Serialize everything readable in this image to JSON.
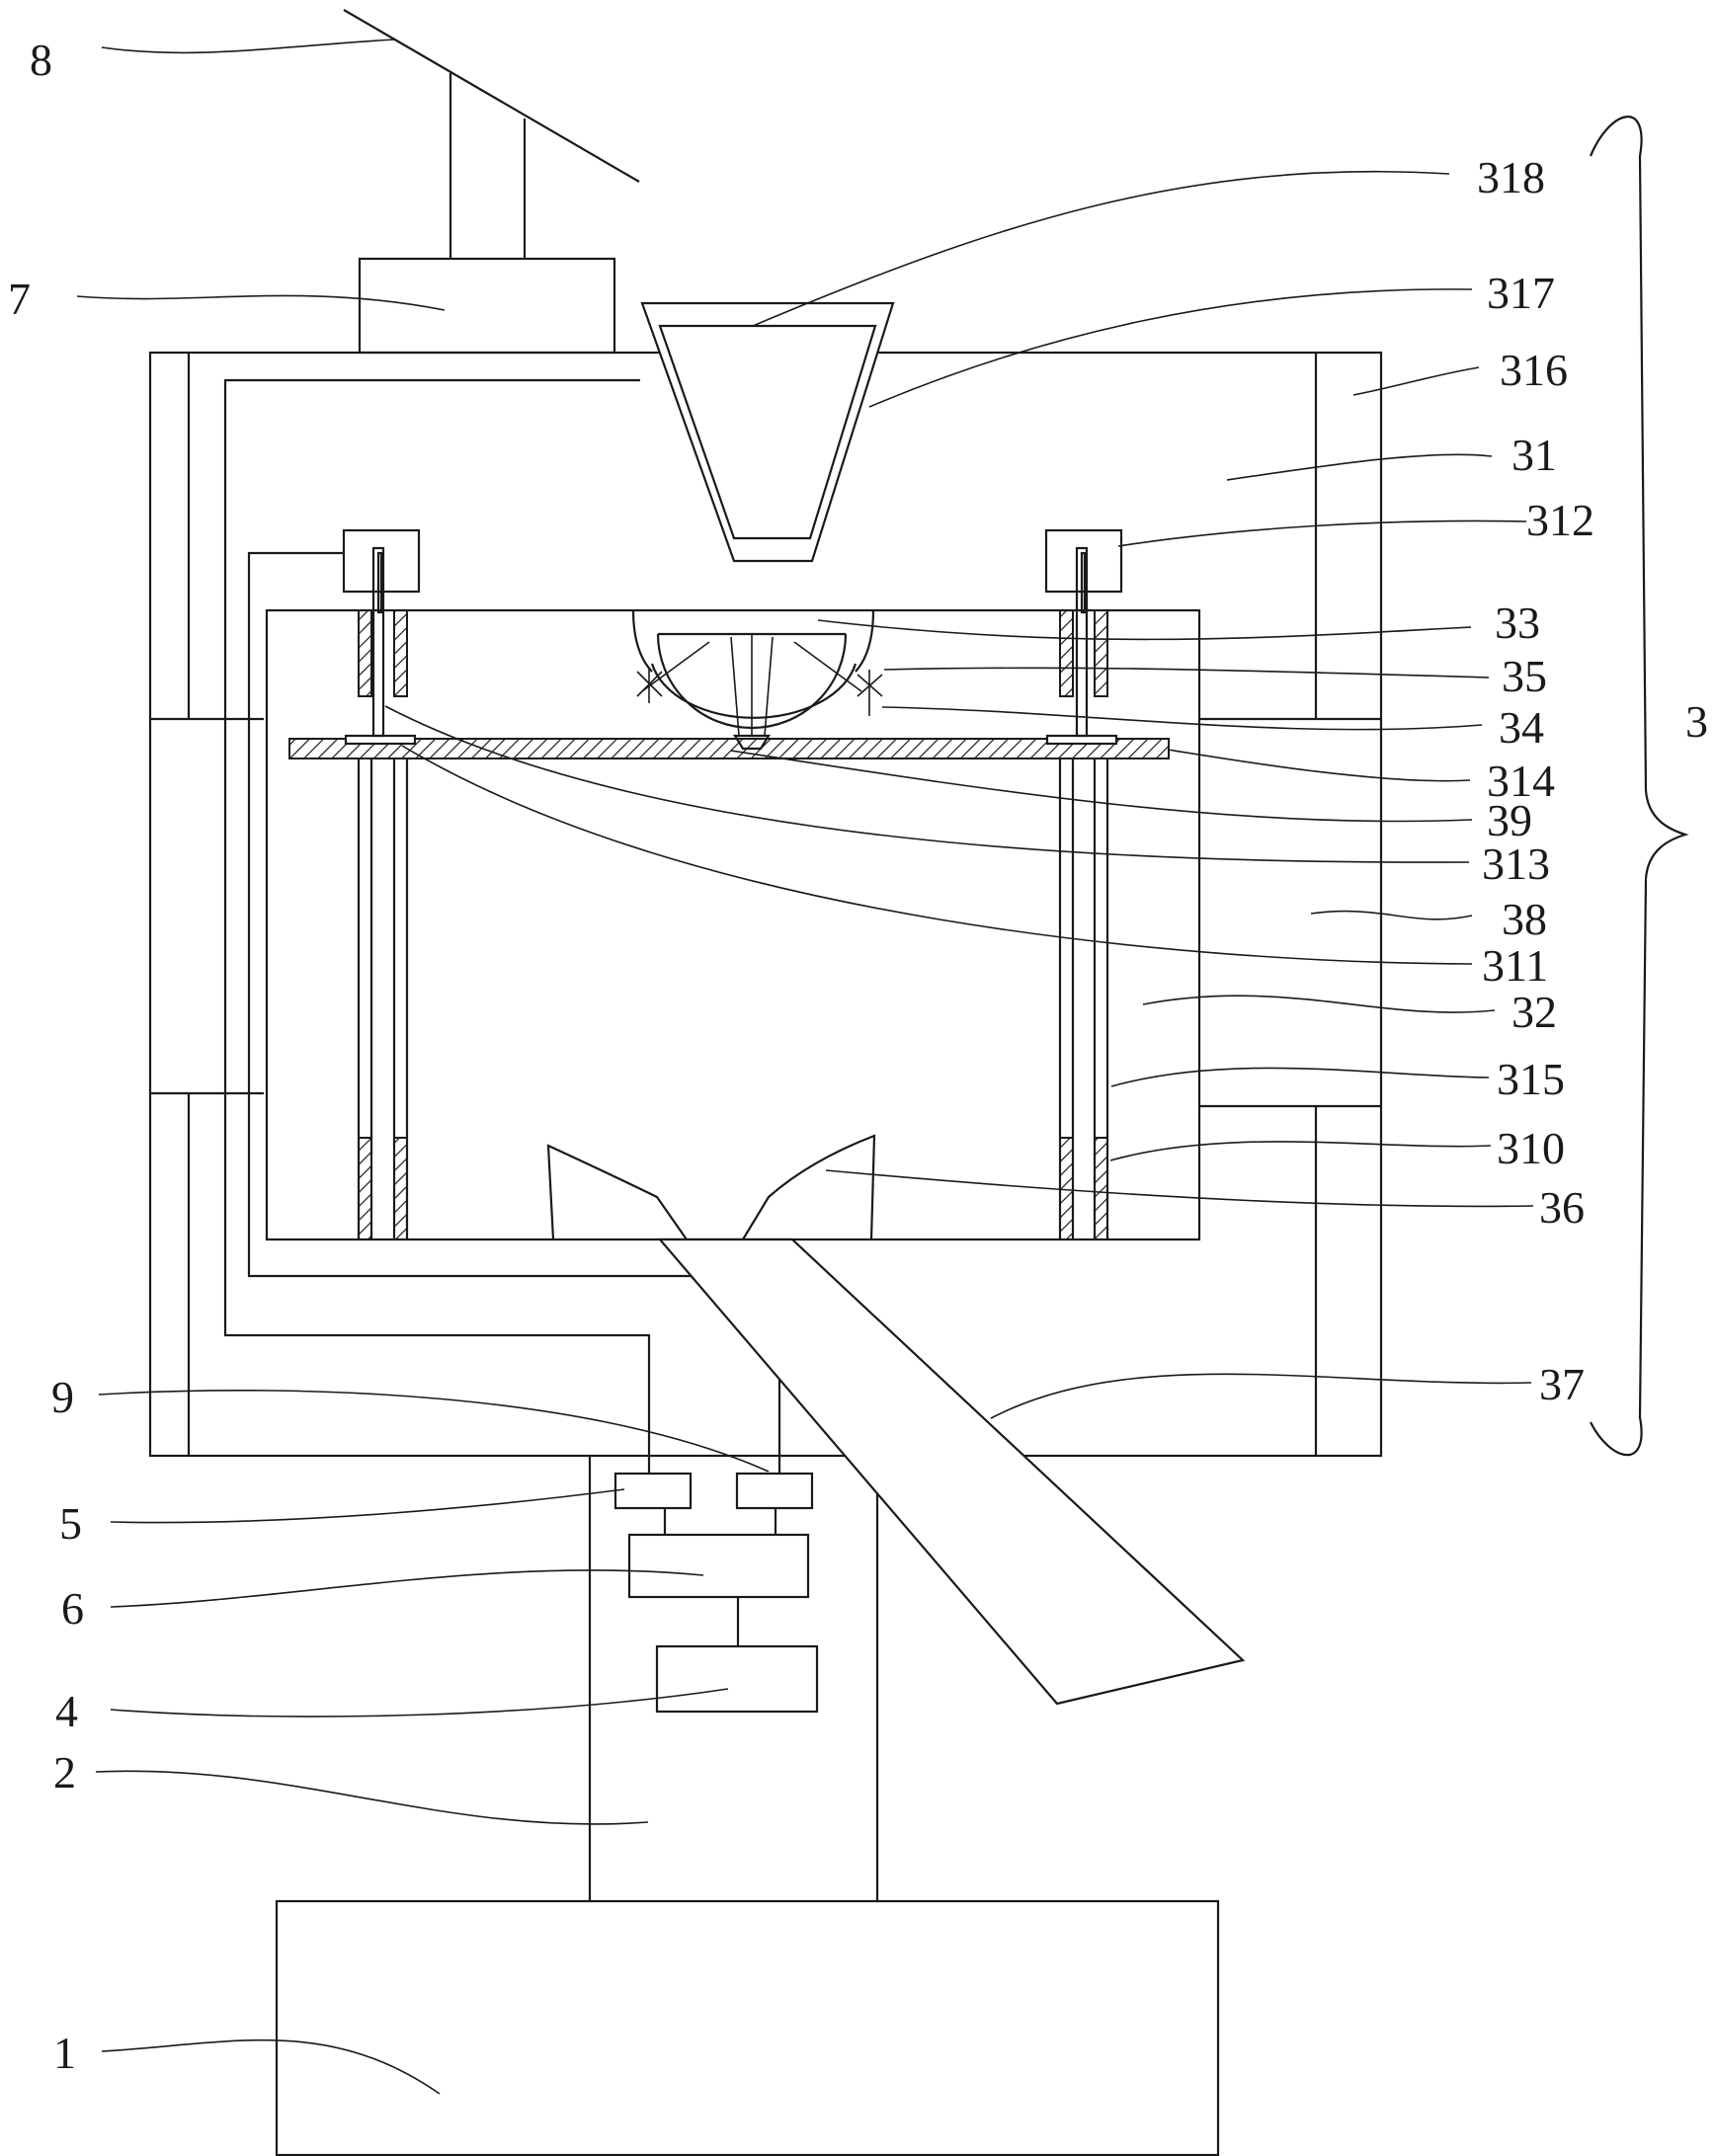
{
  "figure": {
    "reference_numerals": {
      "n8": "8",
      "n7": "7",
      "n318": "318",
      "n317": "317",
      "n316": "316",
      "n31": "31",
      "n312": "312",
      "n33": "33",
      "n35": "35",
      "n34": "34",
      "n3": "3",
      "n314": "314",
      "n39": "39",
      "n313": "313",
      "n38": "38",
      "n311": "311",
      "n32": "32",
      "n315": "315",
      "n310": "310",
      "n36": "36",
      "n37": "37",
      "n9": "9",
      "n5": "5",
      "n6": "6",
      "n4": "4",
      "n2": "2",
      "n1": "1"
    }
  }
}
